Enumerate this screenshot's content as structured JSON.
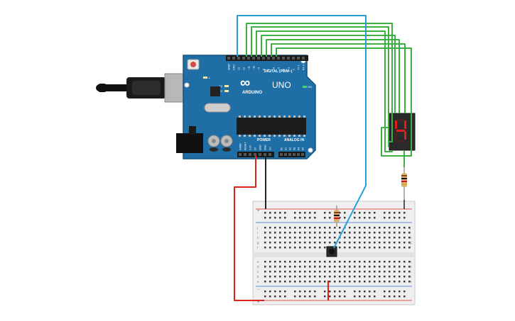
{
  "board": {
    "brand": "ARDUINO",
    "model": "UNO",
    "logo_glyph": "∞",
    "digital_header_label": "DIGITAL (PWM~)",
    "power_label": "POWER",
    "analog_label": "ANALOG IN",
    "tx_label": "TX",
    "rx_label": "RX",
    "l_label": "L",
    "on_label": "ON",
    "digital_pins": [
      "AREF",
      "GND",
      "13",
      "12",
      "~11",
      "~10",
      "~9",
      "8",
      "7",
      "~6",
      "~5",
      "4",
      "~3",
      "2",
      "TX 1",
      "RX 0"
    ],
    "power_pins": [
      "IOREF",
      "RESET",
      "3.3V",
      "5V",
      "GND",
      "GND",
      "Vin"
    ],
    "analog_pins": [
      "A0",
      "A1",
      "A2",
      "A3",
      "A4",
      "A5"
    ]
  },
  "display": {
    "digit": "4",
    "segment_color": "#e11d1d",
    "segment_off_color": "#4a2323"
  },
  "breadboard": {
    "row_letters_top": [
      "j",
      "i",
      "h",
      "g",
      "f"
    ],
    "row_letters_bottom": [
      "e",
      "d",
      "c",
      "b",
      "a"
    ],
    "plus": "+",
    "minus": "−"
  },
  "colors": {
    "board": "#1f6ea6",
    "wire_green": "#3cb043",
    "wire_blue": "#2a9fd6",
    "wire_red": "#e0201b",
    "wire_black": "#222222"
  }
}
